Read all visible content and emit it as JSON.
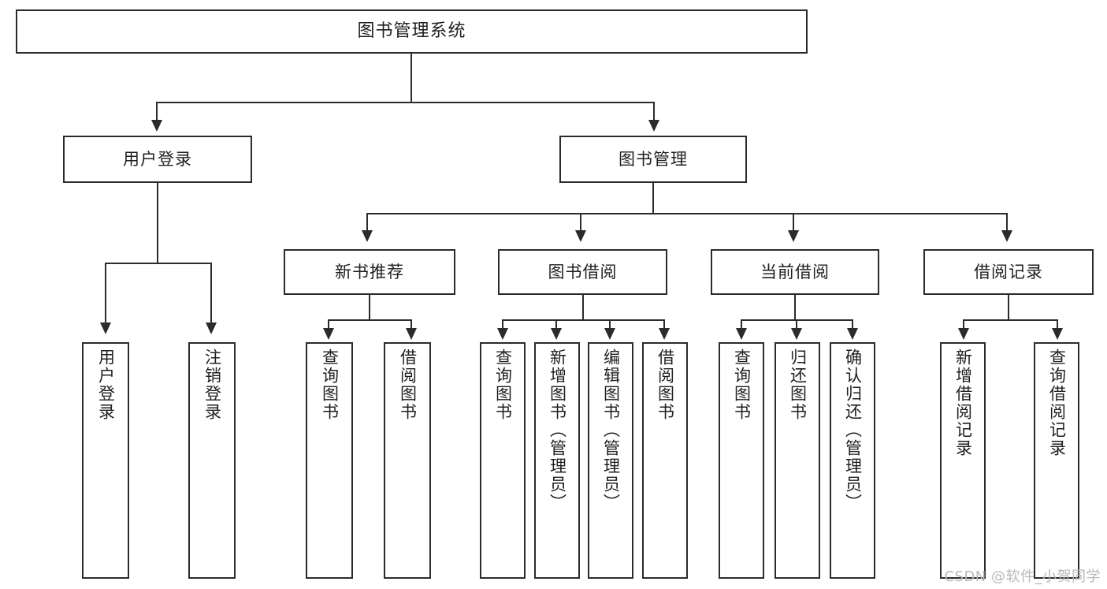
{
  "diagram": {
    "title": "图书管理系统",
    "type": "tree",
    "root": {
      "label": "图书管理系统"
    },
    "level2": [
      {
        "label": "用户登录"
      },
      {
        "label": "图书管理"
      }
    ],
    "level3": [
      {
        "label": "新书推荐"
      },
      {
        "label": "图书借阅"
      },
      {
        "label": "当前借阅"
      },
      {
        "label": "借阅记录"
      }
    ],
    "leaves": {
      "user_login": [
        {
          "label": "用户登录"
        },
        {
          "label": "注销登录"
        }
      ],
      "new_book_recommend": [
        {
          "label": "查询图书"
        },
        {
          "label": "借阅图书"
        }
      ],
      "book_borrow": [
        {
          "label": "查询图书"
        },
        {
          "label": "新增图书（管理员）"
        },
        {
          "label": "编辑图书（管理员）"
        },
        {
          "label": "借阅图书"
        }
      ],
      "current_borrow": [
        {
          "label": "查询图书"
        },
        {
          "label": "归还图书"
        },
        {
          "label": "确认归还（管理员）"
        }
      ],
      "borrow_record": [
        {
          "label": "新增借阅记录"
        },
        {
          "label": "查询借阅记录"
        }
      ]
    }
  },
  "watermark": {
    "text": "CSDN @软件_小贺同学"
  },
  "colors": {
    "border": "#2b2b2b",
    "background": "#ffffff",
    "text": "#1f1f1f",
    "watermark": "#b9b9b9"
  }
}
